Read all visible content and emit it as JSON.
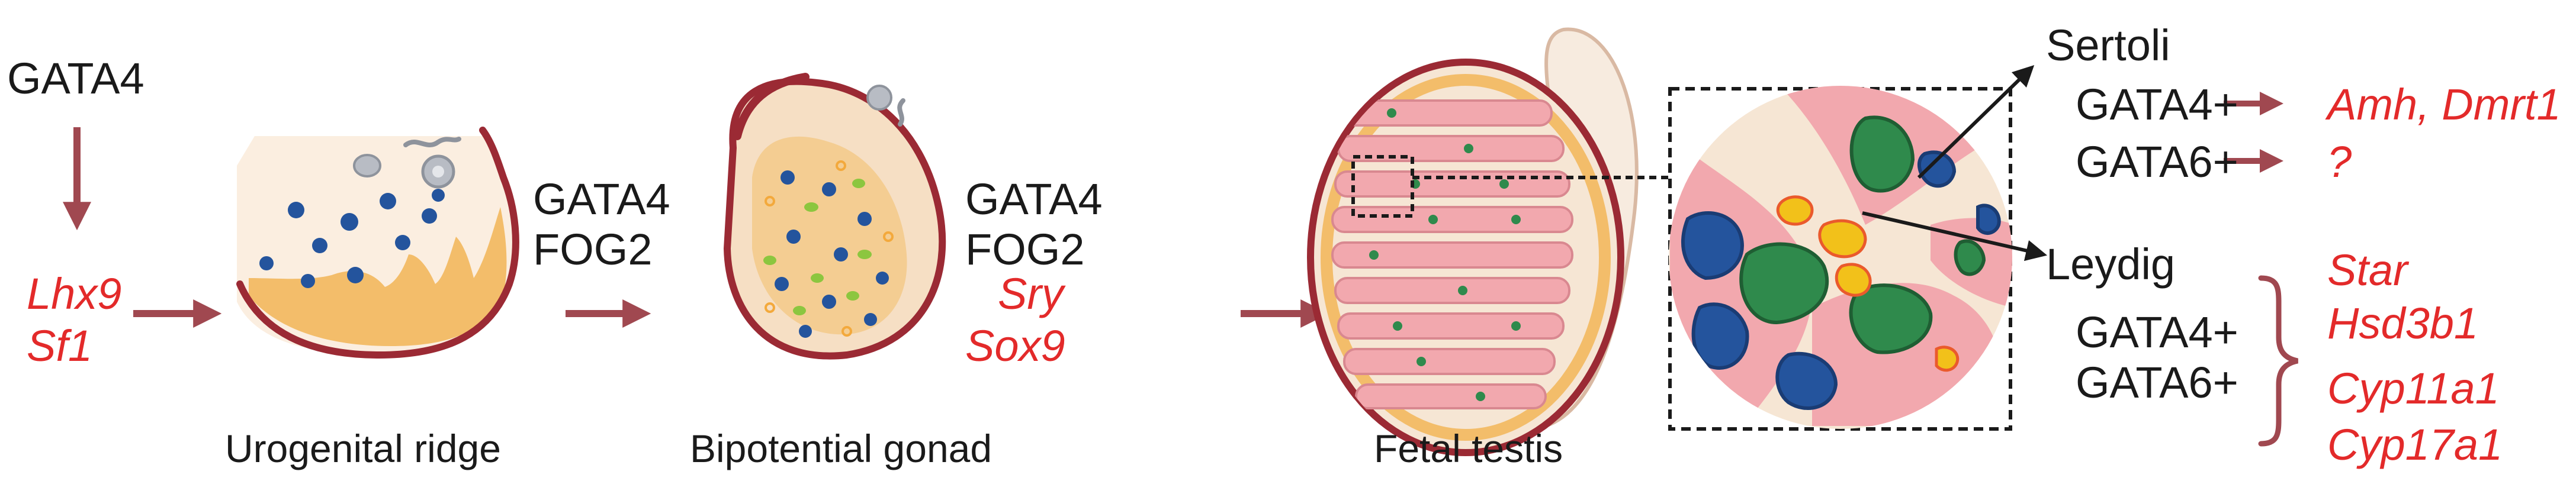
{
  "colors": {
    "arrow": "#a04850",
    "gene_text": "#e32a2a",
    "tissue_outline": "#9b2a34",
    "tissue_fill": "#f6e6d4",
    "mesenchyme": "#f3bd6a",
    "nucleus_blue": "#24549d",
    "sertoli_green": "#2f8a4c",
    "leydig_yellow": "#f2c11a",
    "leydig_orange": "#ea5a2c",
    "cord_pink": "#f2a8ae"
  },
  "upstream": {
    "factor": "GATA4",
    "genes": [
      "Lhx9",
      "Sf1"
    ]
  },
  "step2": {
    "factors": [
      "GATA4",
      "FOG2"
    ],
    "genes": [
      "Sry",
      "Sox9"
    ]
  },
  "step1": {
    "factors": [
      "GATA4",
      "FOG2"
    ]
  },
  "stages": {
    "urogenital_ridge": "Urogenital ridge",
    "bipotential_gonad": "Bipotential gonad",
    "fetal_testis": "Fetal testis"
  },
  "sertoli": {
    "title": "Sertoli",
    "rows": [
      {
        "factor": "GATA4+",
        "targets": "Amh, Dmrt1"
      },
      {
        "factor": "GATA6+",
        "targets": "?"
      }
    ]
  },
  "leydig": {
    "title": "Leydig",
    "factors": [
      "GATA4+",
      "GATA6+"
    ],
    "targets": [
      "Star",
      "Hsd3b1",
      "Cyp11a1",
      "Cyp17a1"
    ]
  },
  "icons": {
    "arrow": "right-arrow-icon",
    "arrow_down": "down-arrow-icon",
    "brace": "curly-brace-icon"
  }
}
